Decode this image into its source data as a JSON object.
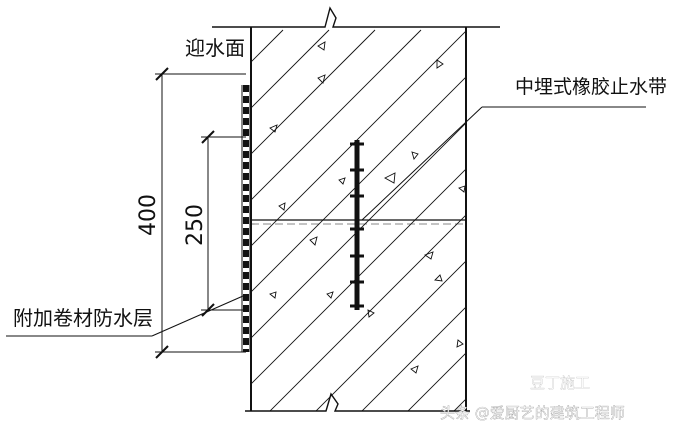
{
  "labels": {
    "upstream_face": "迎水面",
    "waterstop": "中埋式橡胶止水带",
    "membrane": "附加卷材防水层",
    "dim_outer": "400",
    "dim_inner": "250"
  },
  "watermark": {
    "brand": "豆丁施工",
    "credit": "头条 @爱厨艺的建筑工程师"
  },
  "colors": {
    "line": "#111111",
    "background": "#ffffff",
    "watermark": "#ffffff"
  }
}
